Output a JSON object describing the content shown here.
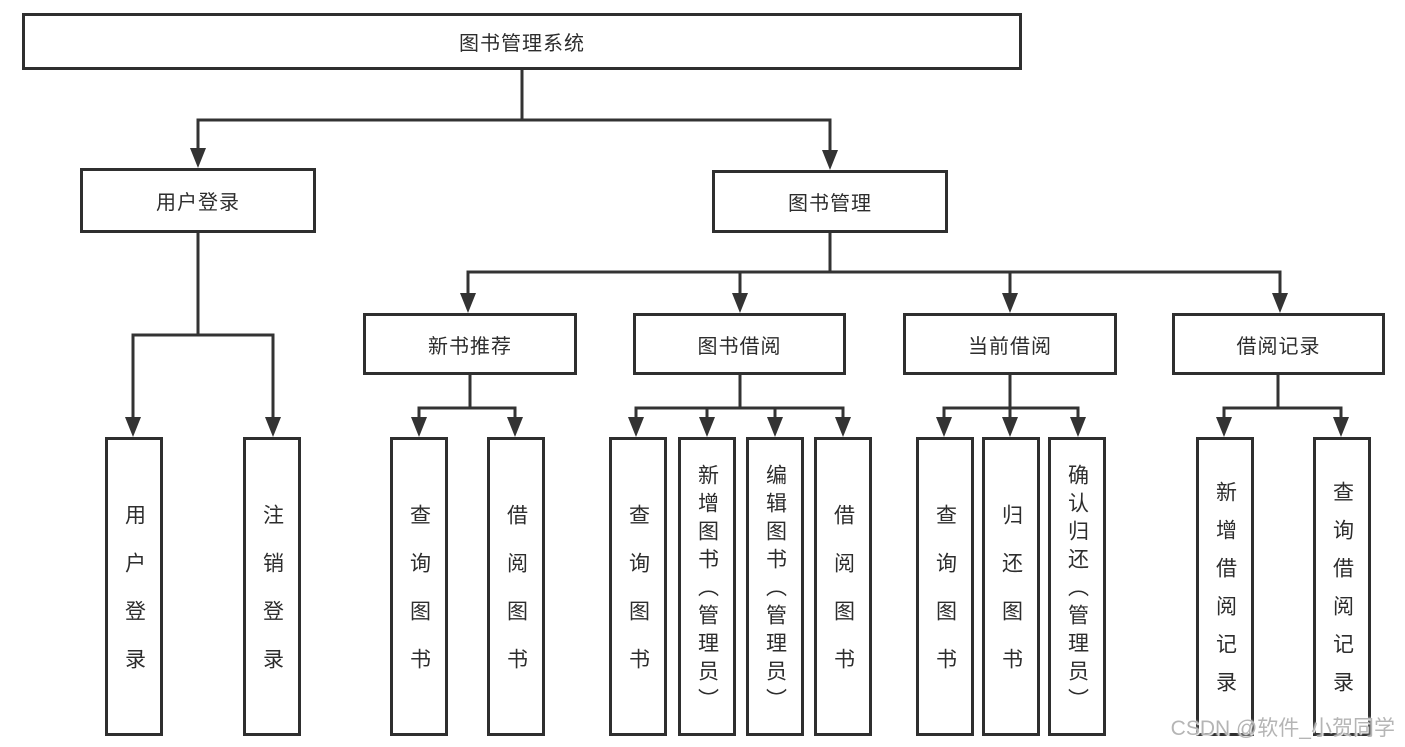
{
  "root_label": "图书管理系统",
  "level2": [
    {
      "label": "用户登录"
    },
    {
      "label": "图书管理"
    }
  ],
  "level3": [
    {
      "label": "新书推荐"
    },
    {
      "label": "图书借阅"
    },
    {
      "label": "当前借阅"
    },
    {
      "label": "借阅记录"
    }
  ],
  "leaves": {
    "user_login": "用户登录",
    "logout": "注销登录",
    "rec_query_book": "查询图书",
    "rec_borrow_book": "借阅图书",
    "bor_query_book": "查询图书",
    "bor_add_book": "新增图书（管理员）",
    "bor_edit_book": "编辑图书（管理员）",
    "bor_borrow_book": "借阅图书",
    "cur_query_book": "查询图书",
    "cur_return_book": "归还图书",
    "cur_confirm_return": "确认归还（管理员）",
    "hist_add_record": "新增借阅记录",
    "hist_query_record": "查询借阅记录"
  },
  "watermark": "CSDN @软件_小贺同学",
  "colors": {
    "line": "#333333",
    "box_border": "#2f2f2f",
    "text": "#2d2d2d",
    "watermark": "#b5b5b5",
    "background": "#ffffff"
  }
}
